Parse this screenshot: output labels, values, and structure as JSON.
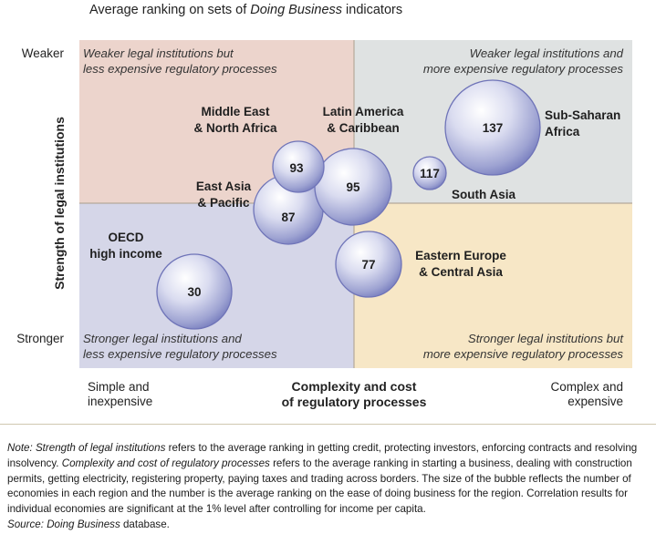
{
  "chart_data": {
    "type": "bubble",
    "title_prefix": "Average ranking on sets of ",
    "title_emph": "Doing Business",
    "title_suffix": " indicators",
    "y_axis_label": "Strength of legal institutions",
    "y_top_label": "Weaker",
    "y_bottom_label": "Stronger",
    "x_axis_label_line1": "Complexity and cost",
    "x_axis_label_line2": "of regulatory processes",
    "x_left_label_line1": "Simple and",
    "x_left_label_line2": "inexpensive",
    "x_right_label_line1": "Complex and",
    "x_right_label_line2": "expensive",
    "quadrants": [
      {
        "position": "top-left",
        "color": "#ecd4cc",
        "line1": "Weaker legal institutions but",
        "line2": "less expensive regulatory processes"
      },
      {
        "position": "top-right",
        "color": "#dfe2e2",
        "line1": "Weaker legal institutions and",
        "line2": "more expensive regulatory processes"
      },
      {
        "position": "bottom-left",
        "color": "#d5d6e8",
        "line1": "Stronger legal institutions and",
        "line2": "less expensive regulatory processes"
      },
      {
        "position": "bottom-right",
        "color": "#f7e7c6",
        "line1": "Stronger legal institutions but",
        "line2": "more expensive regulatory processes"
      }
    ],
    "bubbles": [
      {
        "region": "Sub-Saharan Africa",
        "label_lines": [
          "Sub-Saharan",
          "Africa"
        ],
        "value": 137
      },
      {
        "region": "South Asia",
        "label_lines": [
          "South Asia"
        ],
        "value": 117
      },
      {
        "region": "Latin America & Caribbean",
        "label_lines": [
          "Latin America",
          "& Caribbean"
        ],
        "value": 95
      },
      {
        "region": "Middle East & North Africa",
        "label_lines": [
          "Middle East",
          "& North Africa"
        ],
        "value": 93
      },
      {
        "region": "East Asia & Pacific",
        "label_lines": [
          "East Asia",
          "& Pacific"
        ],
        "value": 87
      },
      {
        "region": "Eastern Europe & Central Asia",
        "label_lines": [
          "Eastern Europe",
          "& Central Asia"
        ],
        "value": 77
      },
      {
        "region": "OECD high income",
        "label_lines": [
          "OECD",
          "high income"
        ],
        "value": 30
      }
    ]
  },
  "note": {
    "t1": "Note: ",
    "t2": "Strength of legal institutions",
    "t3": " refers to the average ranking in getting credit, protecting investors, enforcing contracts and resolving insolvency. ",
    "t4": "Complexity and cost of regulatory processes",
    "t5": " refers to the average ranking in starting a business, dealing with construction permits, getting electricity, registering property, paying taxes and trading across borders. The size of the bubble reflects the number of economies in each region and the number is the average ranking on the ease of doing business for the region. Correlation results for individual economies are significant at the 1% level after controlling for income per capita."
  },
  "source": {
    "prefix": "Source: ",
    "emph": "Doing Business",
    "suffix": " database."
  }
}
